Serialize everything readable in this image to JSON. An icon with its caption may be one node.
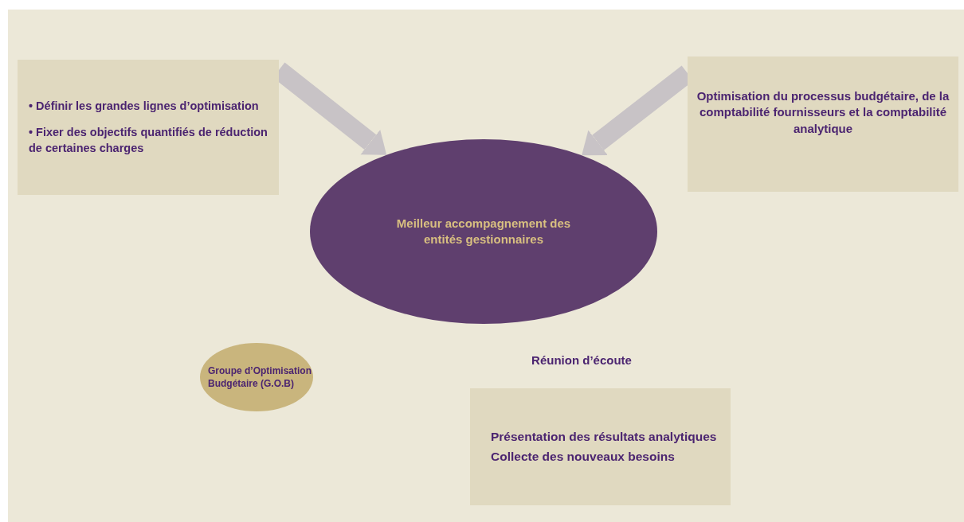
{
  "diagram": {
    "nodes": [
      {
        "text": [
          "• Définir les grandes lignes d’optimisation",
          "• Fixer des objectifs quantifiés de réduction de certaines charges"
        ]
      },
      {
        "text": [
          "Meilleur accompagnement des entités gestionnaires"
        ]
      },
      {
        "text": [
          "Optimisation du processus budgétaire, de la comptabilité fournisseurs et la comptabilité analytique"
        ]
      },
      {
        "text": [
          "Groupe d’Optimisation Budgétaire (G.O.B)"
        ]
      },
      {
        "text": [
          "Présentation des résultats analytiques",
          "Collecte des nouveaux besoins"
        ],
        "beside": [
          "Réunion d’écoute"
        ]
      }
    ],
    "edges": [
      {
        "from": 0,
        "to": 1,
        "arrow": "to"
      },
      {
        "from": 2,
        "to": 1,
        "arrow": "to"
      }
    ]
  }
}
